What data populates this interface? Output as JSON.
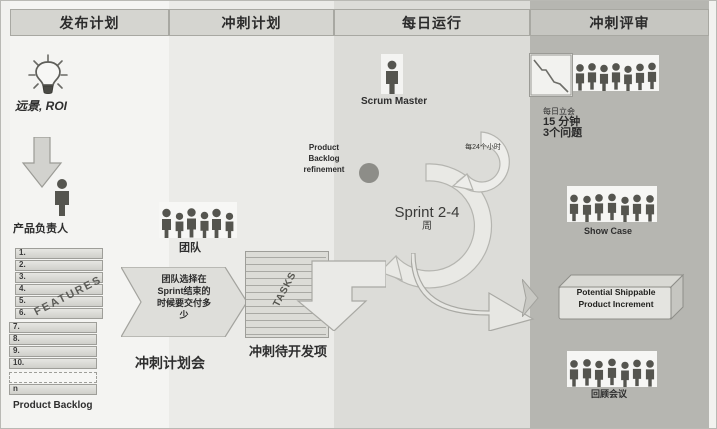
{
  "columns": [
    {
      "id": "release-planning",
      "title": "发布计划"
    },
    {
      "id": "sprint-planning",
      "title": "冲刺计划"
    },
    {
      "id": "daily-run",
      "title": "每日运行"
    },
    {
      "id": "sprint-review",
      "title": "冲刺评审"
    }
  ],
  "release": {
    "vision_roi": "远景, ROI",
    "product_owner": "产品负责人",
    "backlog_title": "Product Backlog",
    "features_word": "FEATURES",
    "backlog_items": [
      "1.",
      "2.",
      "3.",
      "4.",
      "5.",
      "6.",
      "7.",
      "8.",
      "9.",
      "10.",
      "",
      "n"
    ]
  },
  "planning": {
    "team_label": "团队",
    "decision_text_lines": [
      "团队选择在",
      "Sprint结束的",
      "时候要交付多",
      "少"
    ],
    "meeting_label": "冲刺计划会",
    "tasks_word": "TASKS",
    "sprint_backlog_label": "冲刺待开发项"
  },
  "daily": {
    "scrum_master": "Scrum Master",
    "refinement_lines": [
      "Product",
      "Backlog",
      "refinement"
    ],
    "sprint_duration": "Sprint 2-4",
    "sprint_duration_unit": "周",
    "daily_cycle": "每24个小时"
  },
  "review": {
    "standup_lines": [
      "每日立会",
      "15 分钟",
      "3个问题"
    ],
    "standup_minutes": "15",
    "show_case": "Show Case",
    "increment_lines": [
      "Potential Shippable",
      "Product Increment"
    ],
    "retrospective": "回顾会议"
  },
  "colors": {
    "band_1": "#f4f4f2",
    "band_2": "#ebebe8",
    "band_3": "#dcdcd8",
    "band_4": "#b6b6b1",
    "header": "#d5d5d0",
    "figure": "#55554f",
    "arrow_fill": "#e2e2de",
    "arrow_stroke": "#9a9a95"
  }
}
